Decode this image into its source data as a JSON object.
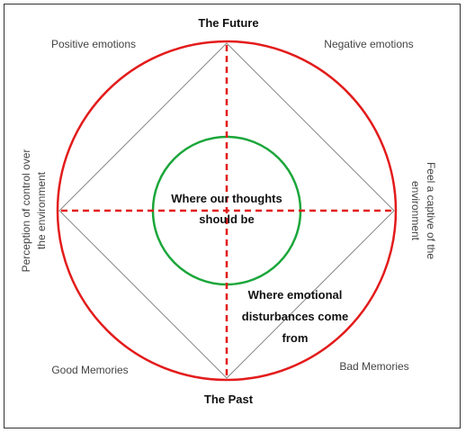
{
  "colors": {
    "outer_circle": "#e31b1b",
    "inner_circle": "#1aa63a",
    "axes": "#e31b1b",
    "diamond": "#888888"
  },
  "labels": {
    "top": "The Future",
    "bottom": "The Past",
    "top_left": "Positive emotions",
    "top_right": "Negative emotions",
    "bottom_left": "Good Memories",
    "bottom_right": "Bad Memories",
    "left_line1": "Perception of control over",
    "left_line2": "the environment",
    "right_line1": "Feel a captive of the",
    "right_line2": "environment",
    "center_line1": "Where our thoughts",
    "center_line2": "should be",
    "lower_line1": "Where emotional",
    "lower_line2": "disturbances come",
    "lower_line3": "from"
  }
}
